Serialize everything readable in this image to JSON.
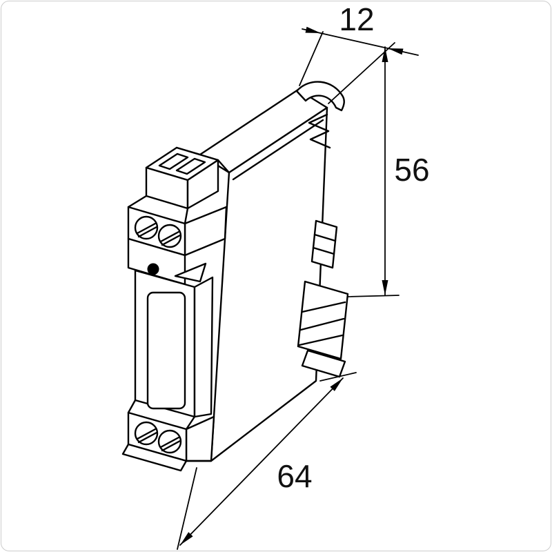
{
  "figure": {
    "kind": "technical-dimension-drawing",
    "background_color": "#ffffff",
    "line_color": "#000000",
    "dimensions": {
      "top_width": "12",
      "right_height": "56",
      "bottom_depth": "64"
    }
  }
}
